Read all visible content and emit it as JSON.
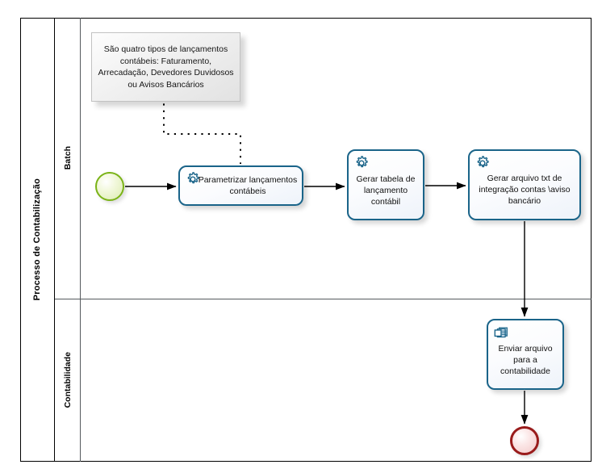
{
  "diagram": {
    "type": "bpmn-process",
    "pool": {
      "label": "Processo de Contabilização"
    },
    "lanes": [
      {
        "id": "batch",
        "label": "Batch"
      },
      {
        "id": "contabilidade",
        "label": "Contabilidade"
      }
    ],
    "annotations": [
      {
        "id": "annotation-tipos-lancamentos",
        "text": "São quatro tipos de lançamentos contábeis: Faturamento, Arrecadação, Devedores Duvidosos ou Avisos Bancários",
        "attached_to": "task-parametrizar"
      }
    ],
    "events": [
      {
        "id": "start-event",
        "kind": "start",
        "lane": "batch",
        "label": "",
        "color": "#7ab317"
      },
      {
        "id": "end-event",
        "kind": "end",
        "lane": "contabilidade",
        "label": "",
        "color": "#991b1b"
      }
    ],
    "tasks": [
      {
        "id": "task-parametrizar",
        "label": "Parametrizar lançamentos contábeis",
        "icon": "gear-icon",
        "task_type": "service",
        "lane": "batch"
      },
      {
        "id": "task-gerar-tabela",
        "label": "Gerar tabela de lançamento contábil",
        "icon": "gear-icon",
        "task_type": "service",
        "lane": "batch"
      },
      {
        "id": "task-gerar-txt",
        "label": "Gerar arquivo txt de integração contas \\aviso bancário",
        "icon": "gear-icon",
        "task_type": "service",
        "lane": "batch"
      },
      {
        "id": "task-enviar",
        "label": "Enviar arquivo para a contabilidade",
        "icon": "documents-icon",
        "task_type": "manual",
        "lane": "contabilidade"
      }
    ],
    "flows": [
      {
        "from": "start-event",
        "to": "task-parametrizar"
      },
      {
        "from": "task-parametrizar",
        "to": "task-gerar-tabela"
      },
      {
        "from": "task-gerar-tabela",
        "to": "task-gerar-txt"
      },
      {
        "from": "task-gerar-txt",
        "to": "task-enviar"
      },
      {
        "from": "task-enviar",
        "to": "end-event"
      }
    ],
    "colors": {
      "task_border": "#1a6489",
      "start_event": "#7ab317",
      "end_event": "#991b1b",
      "pool_border": "#000000",
      "lane_border": "#555a5e",
      "annotation_border": "#c2c2c2",
      "flow_line": "#000000"
    }
  }
}
